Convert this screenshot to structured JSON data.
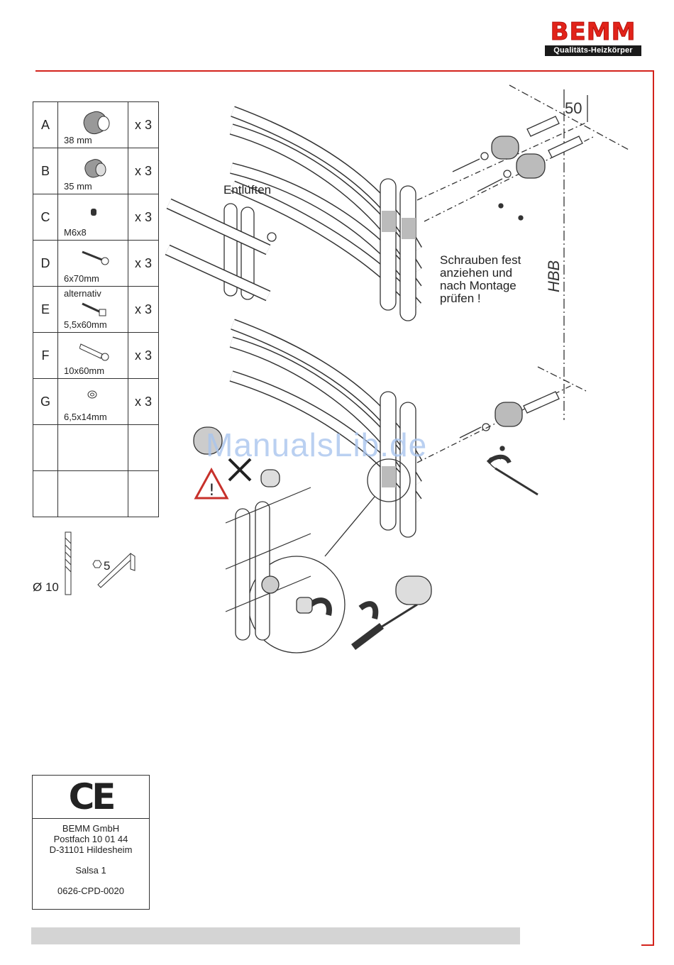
{
  "brand": {
    "name": "BEMM",
    "tagline": "Qualitäts-Heizkörper",
    "color": "#e2231a"
  },
  "parts": [
    {
      "letter": "A",
      "dim": "38 mm",
      "note": "",
      "qty": "x 3",
      "icon": "wall-bracket-long-icon"
    },
    {
      "letter": "B",
      "dim": "35 mm",
      "note": "",
      "qty": "x 3",
      "icon": "wall-bracket-short-icon"
    },
    {
      "letter": "C",
      "dim": "M6x8",
      "note": "",
      "qty": "x 3",
      "icon": "grub-screw-icon"
    },
    {
      "letter": "D",
      "dim": "6x70mm",
      "note": "",
      "qty": "x 3",
      "icon": "wood-screw-icon"
    },
    {
      "letter": "E",
      "dim": "5,5x60mm",
      "note": "alternativ",
      "qty": "x 3",
      "icon": "hex-screw-icon"
    },
    {
      "letter": "F",
      "dim": "10x60mm",
      "note": "",
      "qty": "x 3",
      "icon": "wall-plug-icon"
    },
    {
      "letter": "G",
      "dim": "6,5x14mm",
      "note": "",
      "qty": "x 3",
      "icon": "washer-icon"
    },
    {
      "letter": "",
      "dim": "",
      "note": "",
      "qty": "",
      "icon": ""
    },
    {
      "letter": "",
      "dim": "",
      "note": "",
      "qty": "",
      "icon": ""
    }
  ],
  "tools": {
    "drill": "Ø 10",
    "hex_key": "5"
  },
  "diagram": {
    "vent_label": "Entlüften",
    "tighten_note": [
      "Schrauben fest",
      "anziehen und",
      "nach Montage",
      "prüfen !"
    ],
    "dimension_50": "50",
    "dimension_hbb": "HBB"
  },
  "certificate": {
    "mark": "CE",
    "company": "BEMM GmbH",
    "po_box": "Postfach 10 01 44",
    "city": "D-31101 Hildesheim",
    "product": "Salsa 1",
    "cert_no": "0626-CPD-0020"
  },
  "watermark": "ManualsLib.de"
}
